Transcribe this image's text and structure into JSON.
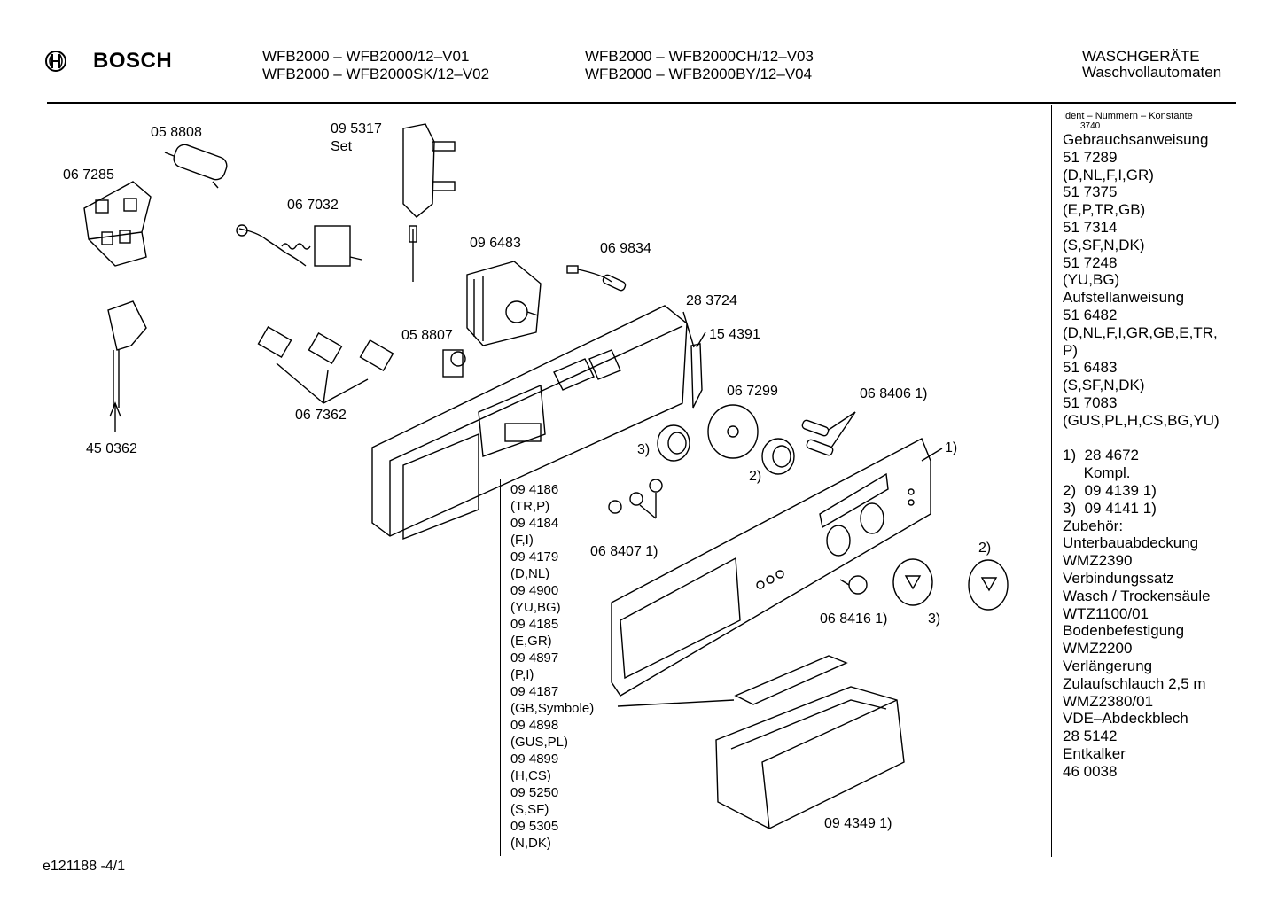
{
  "header": {
    "brand": "BOSCH",
    "models_left": [
      "WFB2000 – WFB2000/12–V01",
      "WFB2000 – WFB2000SK/12–V02"
    ],
    "models_right": [
      "WFB2000 – WFB2000CH/12–V03",
      "WFB2000 – WFB2000BY/12–V04"
    ],
    "category": [
      "WASCHGERÄTE",
      "Waschvollautomaten"
    ]
  },
  "parts": {
    "p058808": "05 8808",
    "p067285": "06 7285",
    "p095317": "09 5317",
    "set": "Set",
    "p067032": "06 7032",
    "p096483": "09 6483",
    "p069834": "06 9834",
    "p283724": "28 3724",
    "p154391": "15 4391",
    "p058807": "05 8807",
    "p067362": "06 7362",
    "p450362": "45 0362",
    "p067299": "06 7299",
    "p068406": "06 8406 1)",
    "n1": "1)",
    "n3a": "3)",
    "n2a": "2)",
    "p068407": "06 8407 1)",
    "n2b": "2)",
    "p068416": "06 8416 1)",
    "n3b": "3)",
    "p094349": "09 4349 1)"
  },
  "language_variants": [
    "09 4186",
    "(TR,P)",
    "09 4184",
    "(F,I)",
    "09 4179",
    "(D,NL)",
    "09 4900",
    "(YU,BG)",
    "09 4185",
    "(E,GR)",
    "09 4897",
    "(P,I)",
    "09 4187",
    "(GB,Symbole)",
    "09 4898",
    "(GUS,PL)",
    "09 4899",
    "(H,CS)",
    "09 5250",
    "(S,SF)",
    "09 5305",
    "(N,DK)"
  ],
  "sidebar": {
    "ident_title": "Ident – Nummern – Konstante",
    "konstante": "3740",
    "lines": [
      "Gebrauchsanweisung",
      "51 7289",
      "(D,NL,F,I,GR)",
      "51 7375",
      "(E,P,TR,GB)",
      "51 7314",
      "(S,SF,N,DK)",
      "51 7248",
      "(YU,BG)",
      "Aufstellanweisung",
      "51 6482",
      "(D,NL,F,I,GR,GB,E,TR,",
      "P)",
      "51 6483",
      "(S,SF,N,DK)",
      "51 7083",
      "(GUS,PL,H,CS,BG,YU)",
      " ",
      "1)  28 4672",
      "     Kompl.",
      "2)  09 4139 1)",
      "3)  09 4141 1)",
      "Zubehör:",
      "Unterbauabdeckung",
      "WMZ2390",
      "Verbindungssatz",
      "Wasch / Trockensäule",
      "WTZ1100/01",
      "Bodenbefestigung",
      "WMZ2200",
      "Verlängerung",
      "Zulaufschlauch 2,5 m",
      "WMZ2380/01",
      "VDE–Abdeckblech",
      "28 5142",
      "Entkalker",
      "46 0038"
    ]
  },
  "footer": {
    "drawing_id": "e121188 -4/1"
  }
}
